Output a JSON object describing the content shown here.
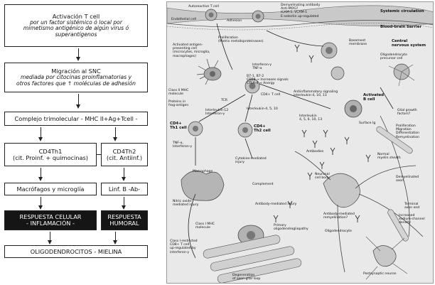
{
  "left_flow": {
    "step1": {
      "title": "Activación T cell",
      "lines": [
        "por un factor sistémico ó local por",
        "mimetismo antigénico de algún virus ó",
        "superantígenos"
      ]
    },
    "step2": {
      "title": "Migración al SNC",
      "lines": [
        "mediada por citocinas proinflamatorias y",
        "otros factores que ↑ moléculas de adhesión"
      ]
    },
    "step3": {
      "text": "Complejo trimolecular - MHC II+Ag+Tcell -"
    },
    "th1": {
      "line1": "CD4Th1",
      "line2": "(cit. Proinf. + quimocinas)"
    },
    "th2": {
      "line1": "CD4Th2",
      "line2": "(cit. Antiinf.)"
    },
    "macro": {
      "text": "Macrófagos y microglía"
    },
    "linf": {
      "text": "Linf. B -Ab-"
    },
    "cellular": {
      "line1": "RESPUESTA CELULAR",
      "line2": "- INFLAMACIÓN -"
    },
    "humoral": {
      "line1": "RESPUESTA",
      "line2": "HUMORAL"
    },
    "final": {
      "text": "OLIGODENDROCITOS - MIELINA"
    }
  },
  "right_panel": {
    "labels": {
      "autoreactive": "Autoreactive T cell",
      "endothelial": "Endothelial cell",
      "adhesion": "Adhesion",
      "proliferation": "Proliferation\n(Matrix metalloproteinases)",
      "vcam": "Demyelinating antibody\nAnti-MOG?\nICAM-1, VCAM-1\nE-selectin up-regulated",
      "systemic": "Systemic circulation",
      "bbb": "Blood-brain barrier",
      "cns": "Central\nnervous system",
      "basement": "Basement\nmembrane",
      "apc": "Activated antigen-\npresenting cell\n(microcytes, microglia,\nmacrophages)",
      "interferon_g": "Interferon-γ\nTNF-α",
      "b71": "B7-1, B7-2\nCD28 → Increases signals\nCTLA-4 → Anergy",
      "class2": "Class II MHC\nmolecule",
      "cd4": "CD4+ T cell",
      "proteins": "Proteins in\nfrog-antigen",
      "tcr": "TCR",
      "antiinf": "Antiinflammatory signaling\ninterleukin-4, 10, 13",
      "il12": "Interleukin-12\nInterferon-γ",
      "il4": "Interleukin-4, 5, 10",
      "activated_b": "Activated\nB cell",
      "surface_ig": "Surface Ig",
      "interleukin": "Interleukin\n4, 5, 6, 10, 13",
      "oligo_precursor": "Oligodendrocyte\nprecursor cell",
      "growth": "Glial growth\nfactors?",
      "prolif_oligo": "Proliferation\nMigration\nDifferentiation\nRemyelination",
      "th1": "CD4+\nTh1 cell",
      "th2": "CD4+\nTh2 cell",
      "tnf": "TNF-α,\nInterferon-γ",
      "cytokine": "Cytokine-mediated\ninjury",
      "antibodies": "Antibodies",
      "macrophage": "Macrophage",
      "complement": "Complement",
      "neuronal": "Neuronal\ncell body",
      "normal_myelin": "Normal\nmyelin sheath",
      "demyelinated": "Demyelinated\naxon",
      "nitric": "Nitric oxide-\nmediated injury",
      "ab_injury": "Antibody-mediated injury",
      "ab_remyel": "Antibody-mediated\nremyelination?",
      "terminal": "Terminal\naxon end",
      "increased": "Increased\nsodium-channel\ndensity",
      "class1": "Class I MHC\nmolecule",
      "primary": "Primary\noligodendrogliopathy",
      "oligodendrocyte": "Oligodendrocyte",
      "class1_cd8": "Class I-restricted\nCD8+ T cell\nup-regulated by\ninterferon-γ",
      "degeneration": "Degeneration\nof axon glial loop",
      "postsynaptic": "Postsynaptic neuron"
    }
  }
}
